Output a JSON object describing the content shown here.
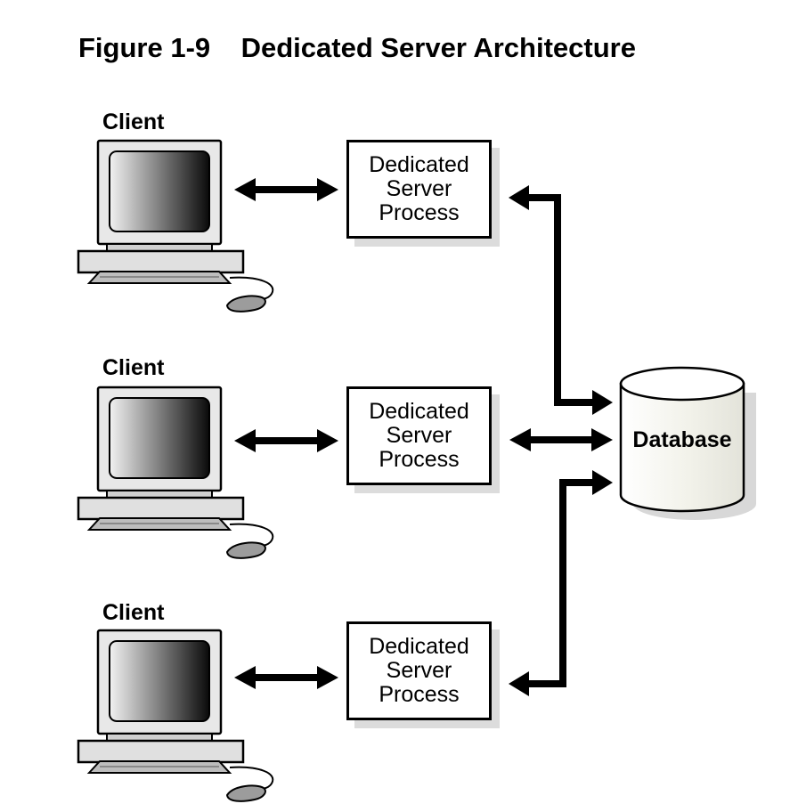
{
  "figure": {
    "title": "Figure 1-9    Dedicated Server Architecture"
  },
  "clients": [
    {
      "label": "Client"
    },
    {
      "label": "Client"
    },
    {
      "label": "Client"
    }
  ],
  "server_processes": [
    {
      "line1": "Dedicated",
      "line2": "Server",
      "line3": "Process"
    },
    {
      "line1": "Dedicated",
      "line2": "Server",
      "line3": "Process"
    },
    {
      "line1": "Dedicated",
      "line2": "Server",
      "line3": "Process"
    }
  ],
  "database": {
    "label": "Database"
  }
}
